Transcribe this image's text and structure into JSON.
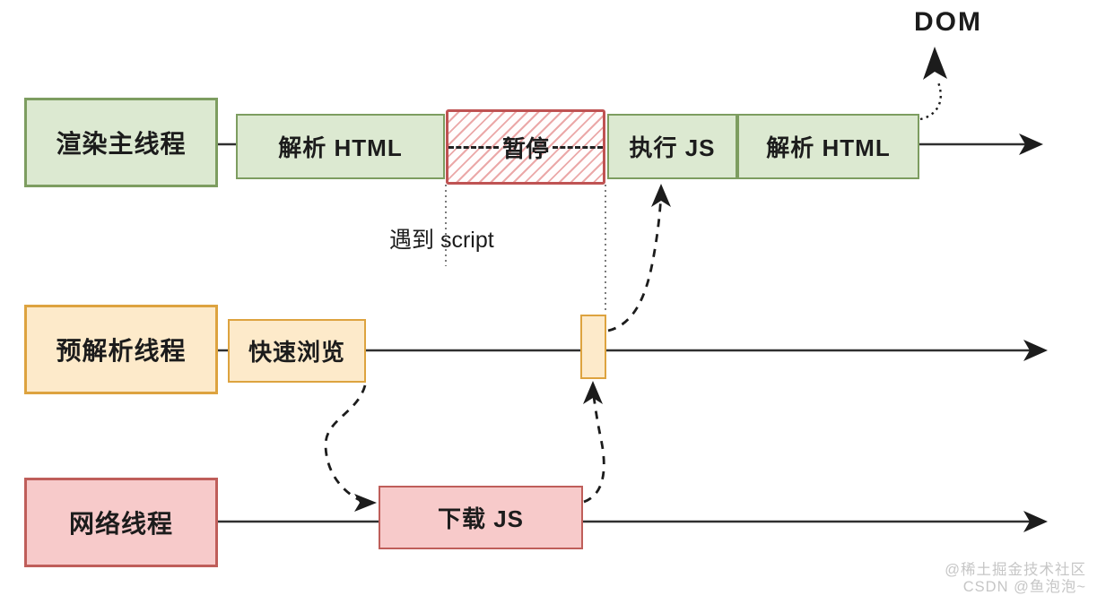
{
  "rows": {
    "render": {
      "label": "渲染主线程",
      "segments": {
        "parse1": "解析 HTML",
        "pause": "暂停",
        "exec": "执行 JS",
        "parse2": "解析 HTML"
      }
    },
    "prescan": {
      "label": "预解析线程",
      "quick": "快速浏览"
    },
    "network": {
      "label": "网络线程",
      "download": "下载 JS"
    }
  },
  "annotations": {
    "dom": "DOM",
    "script_note": "遇到 script"
  },
  "watermark": {
    "line1": "@稀土掘金技术社区",
    "line2": "CSDN @鱼泡泡~"
  },
  "colors": {
    "green_fill": "#dce9d1",
    "green_border": "#7d9d60",
    "orange_fill": "#fdeaca",
    "orange_border": "#dda33f",
    "pink_fill": "#f7caca",
    "pink_border": "#bf5e5a",
    "pause_border": "#bf5353",
    "hatch": "#eba8a8",
    "line": "#2f2f2f",
    "text": "#1c1c1c",
    "watermark": "#c6c6c6"
  }
}
